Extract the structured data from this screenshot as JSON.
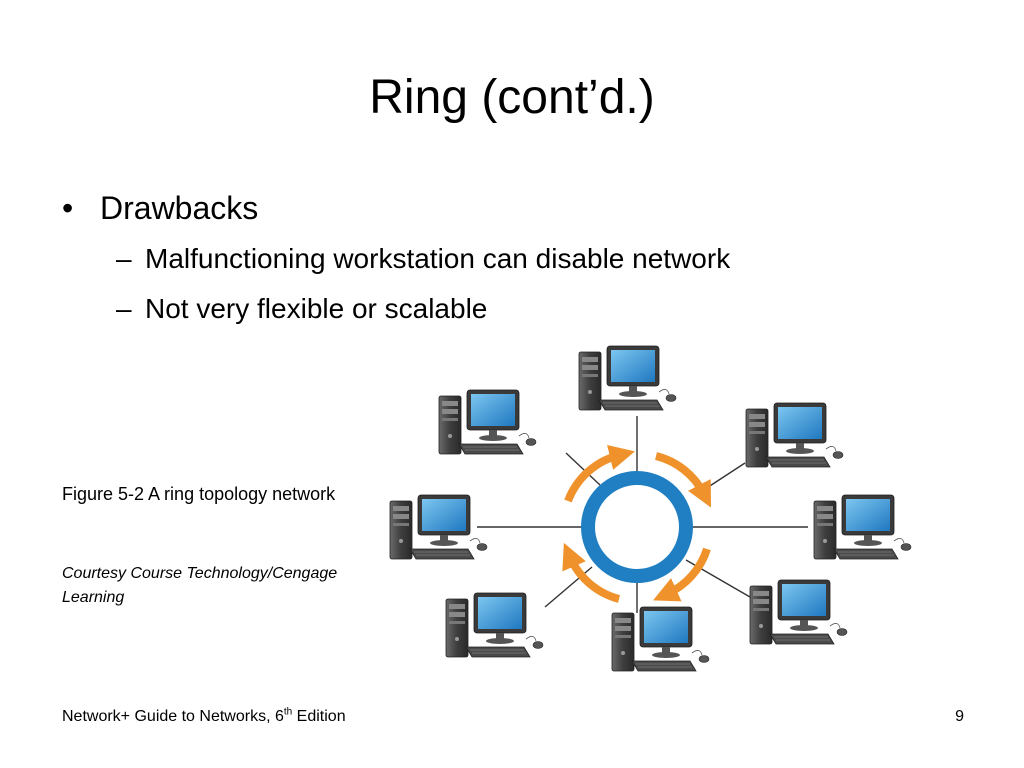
{
  "slide": {
    "title": "Ring (cont’d.)",
    "bullet": {
      "marker": "•",
      "text": "Drawbacks",
      "subitems": [
        {
          "marker": "–",
          "text": "Malfunctioning workstation can disable network"
        },
        {
          "marker": "–",
          "text": "Not very flexible or scalable"
        }
      ]
    },
    "figure": {
      "caption": "Figure 5-2 A ring topology network",
      "credit": "Courtesy Course Technology/Cengage Learning",
      "workstation_count": 8,
      "colors": {
        "ring": "#1f7fc2",
        "arrows": "#f0922b",
        "screen": "#2f8fd0",
        "tower": "#4a4a4a"
      }
    },
    "footer": {
      "book": "Network+ Guide to Networks, 6",
      "sup": "th",
      "edition": " Edition",
      "page": "9"
    }
  }
}
